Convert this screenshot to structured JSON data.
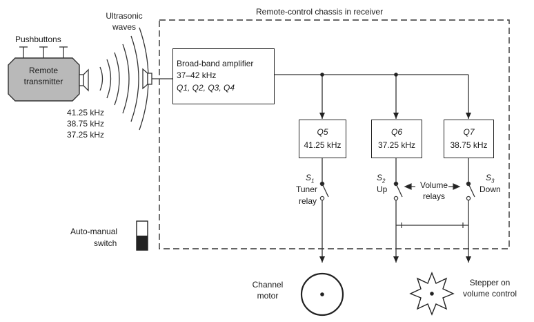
{
  "chassis_title": "Remote-control chassis in receiver",
  "pushbuttons_label": "Pushbuttons",
  "remote_transmitter": {
    "line1": "Remote",
    "line2": "transmitter"
  },
  "ultrasonic_label": {
    "line1": "Ultrasonic",
    "line2": "waves"
  },
  "transmit_freqs": [
    "41.25 kHz",
    "38.75 kHz",
    "37.25 kHz"
  ],
  "amplifier": {
    "title": "Broad-band amplifier",
    "range": "37–42 kHz",
    "transistors": "Q1, Q2, Q3, Q4"
  },
  "filters": [
    {
      "name": "Q5",
      "freq": "41.25 kHz"
    },
    {
      "name": "Q6",
      "freq": "37.25 kHz"
    },
    {
      "name": "Q7",
      "freq": "38.75 kHz"
    }
  ],
  "switches": [
    {
      "sym": "S",
      "sub": "1",
      "name": "Tuner",
      "extra": "relay"
    },
    {
      "sym": "S",
      "sub": "2",
      "name": "Up"
    },
    {
      "sym": "S",
      "sub": "3",
      "name": "Down"
    }
  ],
  "volume_relays": {
    "line1": "Volume",
    "line2": "relays"
  },
  "auto_manual": {
    "line1": "Auto-manual",
    "line2": "switch"
  },
  "channel_motor": {
    "line1": "Channel",
    "line2": "motor"
  },
  "stepper": {
    "line1": "Stepper on",
    "line2": "volume control"
  }
}
